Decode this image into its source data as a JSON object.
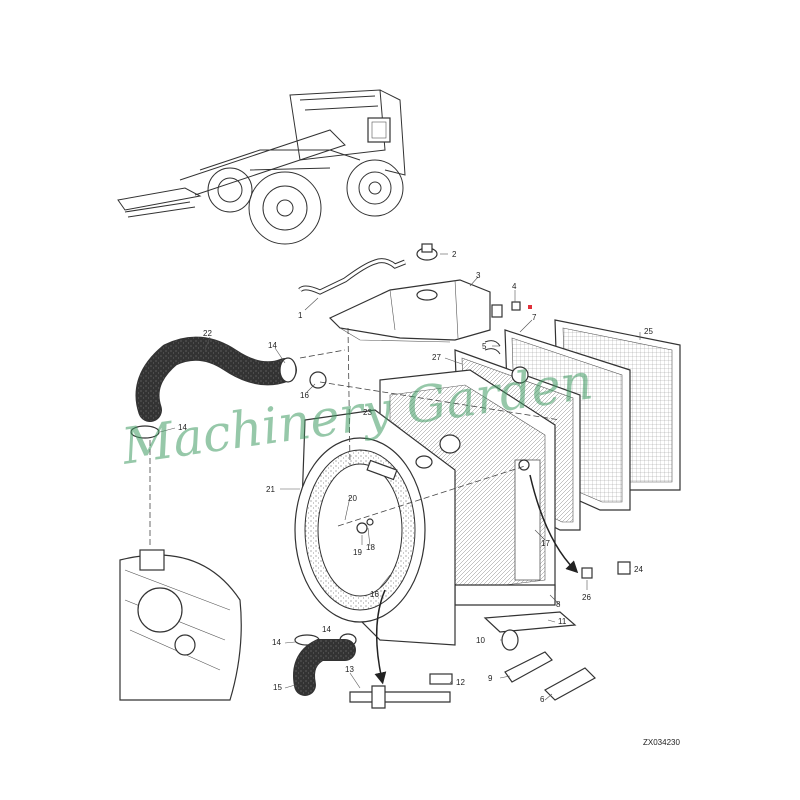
{
  "drawing_code": "ZX034230",
  "watermark": "Machinery Garden",
  "callouts": [
    "1",
    "2",
    "3",
    "4",
    "5",
    "6",
    "7",
    "8",
    "9",
    "10",
    "11",
    "12",
    "13",
    "14",
    "14",
    "14",
    "14",
    "15",
    "16",
    "16",
    "17",
    "18",
    "19",
    "20",
    "21",
    "22",
    "23",
    "24",
    "25",
    "26",
    "27"
  ],
  "colors": {
    "line": "#333333",
    "watermark": "#3f9a62",
    "marker": "#e0303a"
  }
}
